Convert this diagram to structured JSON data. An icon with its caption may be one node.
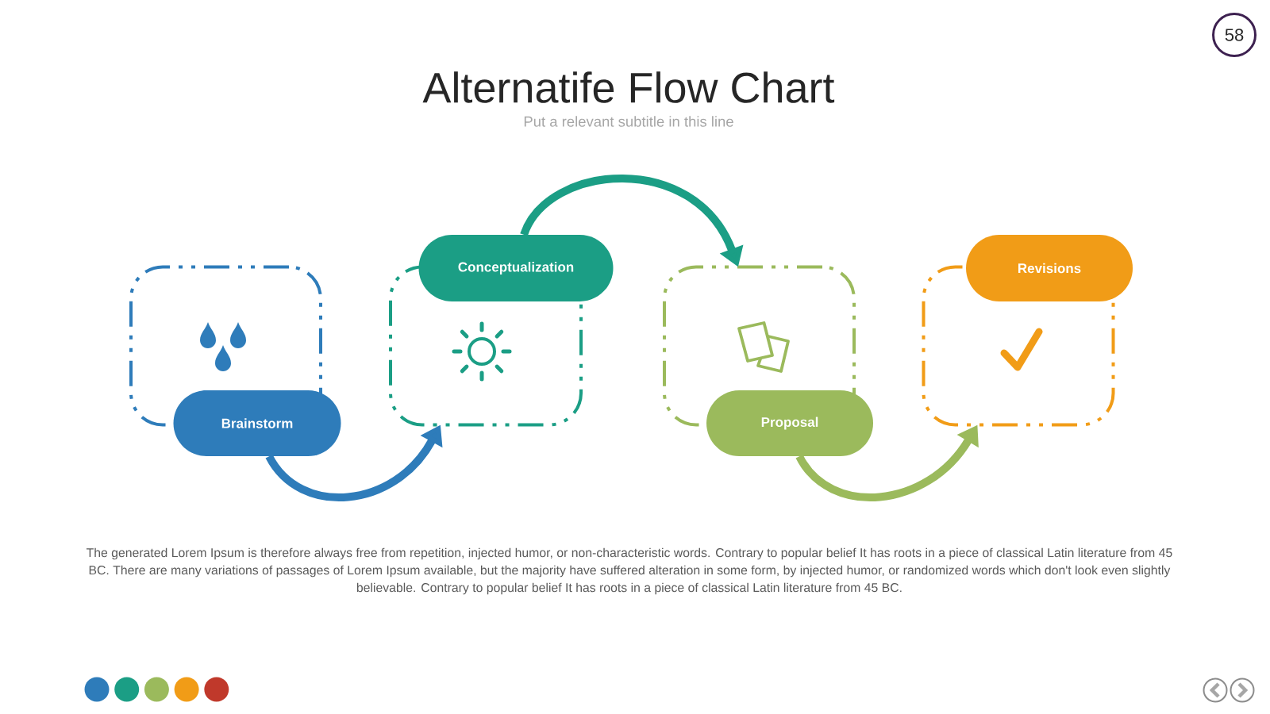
{
  "diagram": {
    "title": "Alternatife Flow Chart",
    "nodes": [
      {
        "text": [
          "58"
        ]
      },
      {
        "text": [],
        "shape": "box"
      },
      {
        "text": [
          "Brainstorm"
        ]
      },
      {
        "text": [],
        "shape": "box"
      },
      {
        "text": [
          "Conceptualization"
        ]
      },
      {
        "text": [],
        "shape": "box"
      },
      {
        "text": [
          "Proposal"
        ]
      },
      {
        "text": [],
        "shape": "box"
      },
      {
        "text": [
          "Revisions"
        ]
      }
    ],
    "edges": [
      {
        "from": 2,
        "to": 3,
        "arrow": "to",
        "color": "#2e7cba"
      },
      {
        "from": 4,
        "to": 5,
        "arrow": "to",
        "color": "#1b9e85"
      },
      {
        "from": 6,
        "to": 7,
        "arrow": "to",
        "color": "#9bba5c"
      }
    ],
    "labels": [
      "Put a relevant subtitle in this line",
      "The generated Lorem Ipsum is therefore always free from repetition, injected humor, or non-characteristic words. Contrary to popular belief It has roots in a piece of classical Latin literature from 45 BC. There are many variations of passages of Lorem Ipsum available, but the majority have suffered alteration in some form, by injected humor, or randomized words which don't look even slightly believable. Contrary to popular belief It has roots in a piece of classical Latin literature from 45 BC."
    ]
  }
}
